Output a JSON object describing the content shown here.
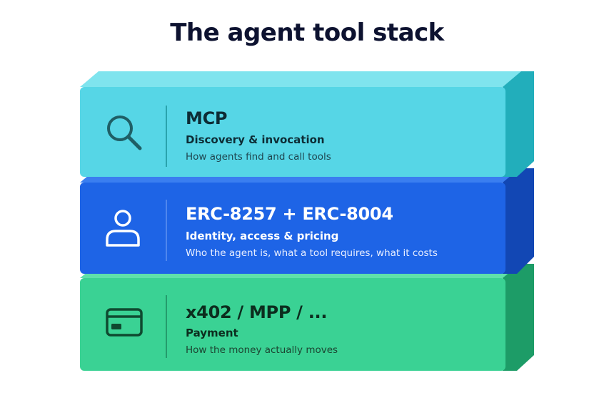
{
  "title": "The agent tool stack",
  "layers": [
    {
      "name": "MCP",
      "role": "Discovery & invocation",
      "description": "How agents find and call tools",
      "icon": "search-icon",
      "colors": {
        "front": "#56d6e6",
        "top": "#7fe4ee",
        "side": "#22aebb",
        "ink": "#1f5f66"
      }
    },
    {
      "name": "ERC-8257 + ERC-8004",
      "role": "Identity, access & pricing",
      "description": "Who the agent is, what a tool requires, what it costs",
      "icon": "user-icon",
      "colors": {
        "front": "#1e64e6",
        "top": "#3a7ef0",
        "side": "#1247b4",
        "ink": "#ffffff"
      }
    },
    {
      "name": "x402 / MPP / ...",
      "role": "Payment",
      "description": "How the money actually moves",
      "icon": "credit-card-icon",
      "colors": {
        "front": "#3ad294",
        "top": "#5fe0aa",
        "side": "#1d9c67",
        "ink": "#0f4a30"
      }
    }
  ]
}
